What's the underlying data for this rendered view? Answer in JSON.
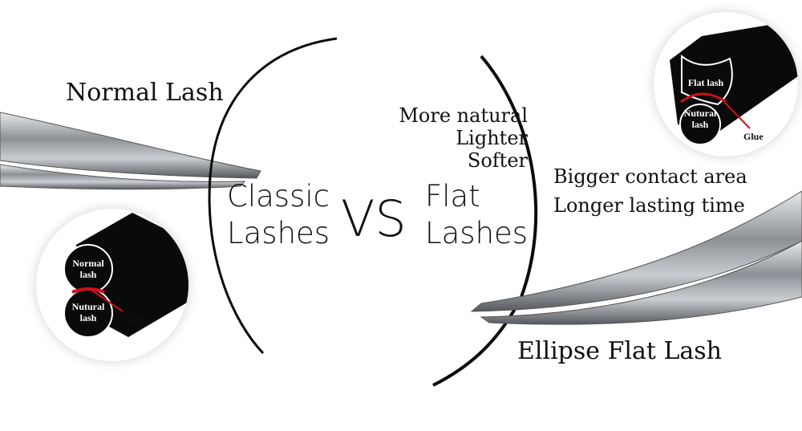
{
  "left": {
    "title": "Normal Lash",
    "name_line1": "Classic",
    "name_line2": "Lashes",
    "inset": {
      "top_label": "Normal lash",
      "bottom_label": "Nutural lash",
      "glue_label": "Glue"
    }
  },
  "vs": "VS",
  "right": {
    "name_line1": "Flat",
    "name_line2": "Lashes",
    "benefits_a": [
      "More natural",
      "Lighter",
      "Softer"
    ],
    "benefits_b": [
      "Bigger contact area",
      "Longer lasting time"
    ],
    "title": "Ellipse Flat Lash",
    "inset": {
      "top_label": "Flat lash",
      "bottom_label": "Nutural lash",
      "glue_label": "Glue"
    }
  },
  "colors": {
    "glue": "#d0101c",
    "lash": "#0a0a0a",
    "tweezer": "#9a9ea3"
  }
}
